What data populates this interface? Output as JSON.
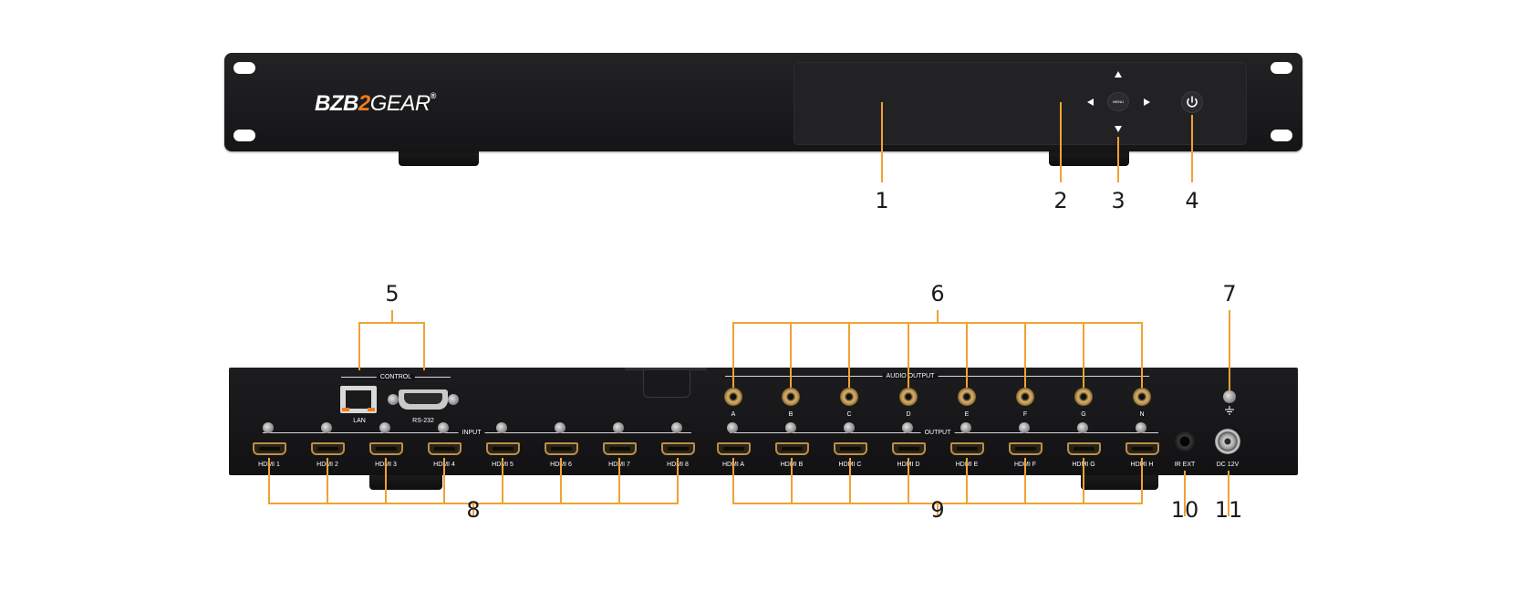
{
  "front": {
    "brand": {
      "left": "BZB",
      "mid": "2",
      "right": "GEAR",
      "reg": "®"
    },
    "menu_label": "MENU",
    "icons": [
      "arrow-up-icon",
      "arrow-down-icon",
      "arrow-left-icon",
      "arrow-right-icon",
      "power-icon"
    ]
  },
  "rear": {
    "control_label": "CONTROL",
    "lan_label": "LAN",
    "rs232_label": "RS-232",
    "input_label": "INPUT",
    "output_label": "OUTPUT",
    "audio_output_label": "AUDIO OUTPUT",
    "audio_ports": [
      "A",
      "B",
      "C",
      "D",
      "E",
      "F",
      "G",
      "N"
    ],
    "hdmi_inputs": [
      "HDMI 1",
      "HDMI 2",
      "HDMI 3",
      "HDMI 4",
      "HDMI 5",
      "HDMI 6",
      "HDMI 7",
      "HDMI 8"
    ],
    "hdmi_outputs": [
      "HDMI A",
      "HDMI B",
      "HDMI C",
      "HDMI D",
      "HDMI E",
      "HDMI F",
      "HDMI G",
      "HDMI H"
    ],
    "ir_ext_label": "IR EXT",
    "dc_label": "DC 12V",
    "ground_icon": "ground-icon"
  },
  "callouts": [
    "1",
    "2",
    "3",
    "4",
    "5",
    "6",
    "7",
    "8",
    "9",
    "10",
    "11"
  ],
  "colors": {
    "callout_line": "#f0a233",
    "panel": "#1a1a1c",
    "brand_accent": "#f07c1e",
    "connector_gold": "#b88f4a"
  }
}
